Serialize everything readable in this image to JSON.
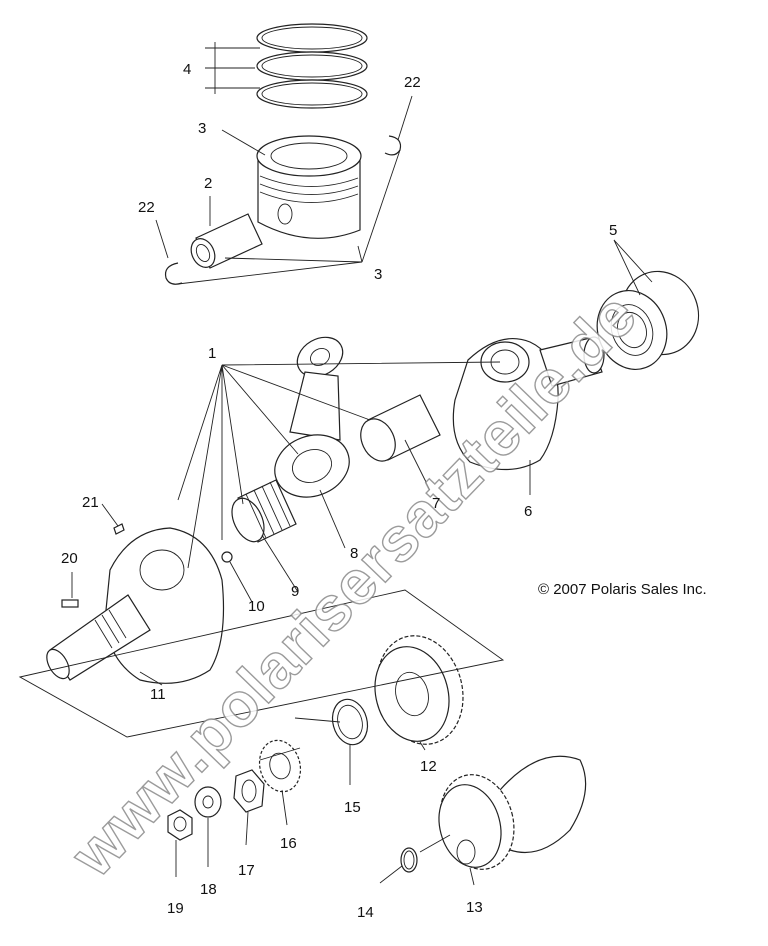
{
  "callouts": {
    "c1": "1",
    "c2": "2",
    "c3a": "3",
    "c3b": "3",
    "c4": "4",
    "c5": "5",
    "c6": "6",
    "c7": "7",
    "c8": "8",
    "c9": "9",
    "c10": "10",
    "c11": "11",
    "c12": "12",
    "c13": "13",
    "c14": "14",
    "c15": "15",
    "c16": "16",
    "c17": "17",
    "c18": "18",
    "c19": "19",
    "c20": "20",
    "c21": "21",
    "c22a": "22",
    "c22b": "22"
  },
  "copyright": "© 2007 Polaris Sales Inc.",
  "watermark": "www.polarisersatzteile.de"
}
